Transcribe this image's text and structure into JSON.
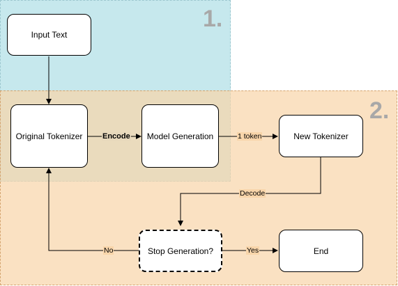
{
  "regions": {
    "region1": {
      "label": "1.",
      "color": "#b6e2e8"
    },
    "region2": {
      "label": "2.",
      "color": "#f8d5aa"
    }
  },
  "nodes": {
    "input_text": "Input Text",
    "original_tokenizer": "Original Tokenizer",
    "model_generation": "Model Generation",
    "new_tokenizer": "New Tokenizer",
    "stop_generation": "Stop Generation?",
    "end": "End"
  },
  "edges": {
    "encode": "Encode",
    "one_token": "1 token",
    "decode": "Decode",
    "no": "No",
    "yes": "Yes"
  }
}
